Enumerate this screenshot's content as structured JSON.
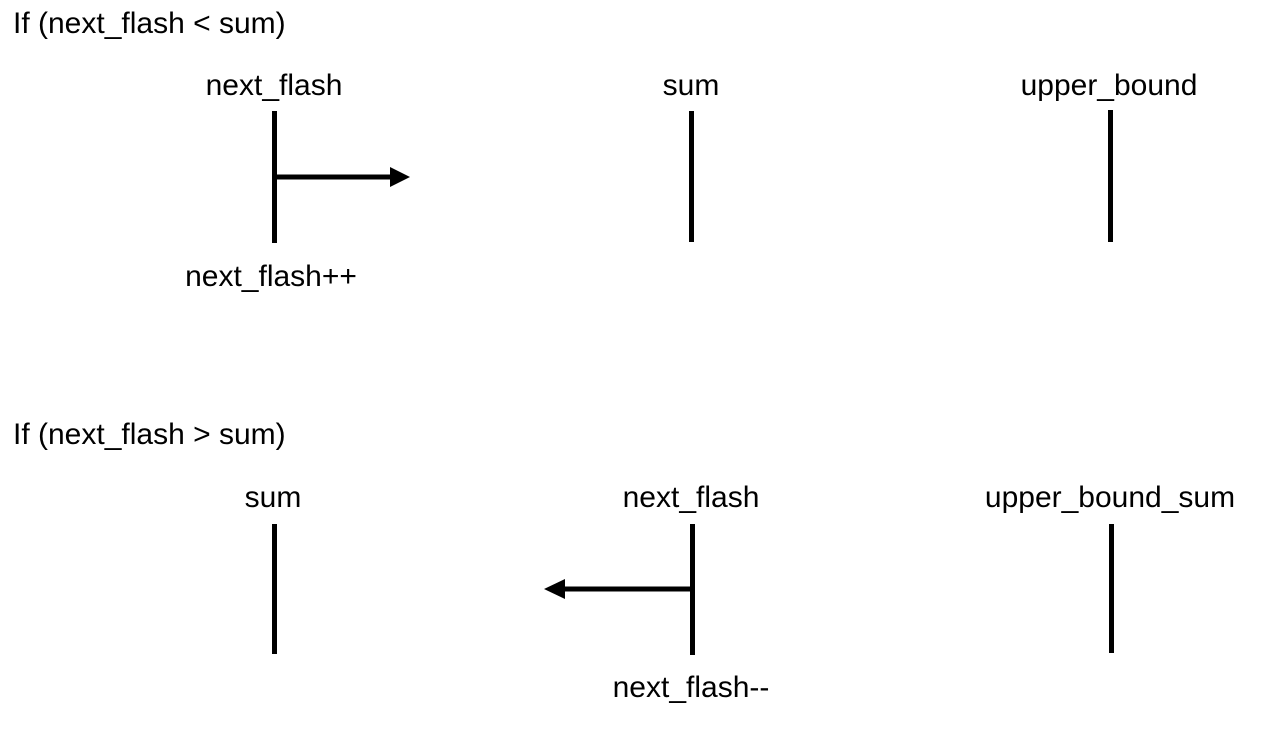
{
  "page": {
    "background": "#ffffff",
    "text_color": "#000000",
    "line_color": "#000000"
  },
  "diagram": {
    "sections": [
      {
        "condition": "If (next_flash < sum)",
        "lanes": [
          {
            "label": "next_flash",
            "action": "next_flash++",
            "arrow": "right"
          },
          {
            "label": "sum"
          },
          {
            "label": "upper_bound"
          }
        ]
      },
      {
        "condition": "If (next_flash > sum)",
        "lanes": [
          {
            "label": "sum"
          },
          {
            "label": "next_flash",
            "action": "next_flash--",
            "arrow": "left"
          },
          {
            "label": "upper_bound_sum"
          }
        ]
      }
    ]
  }
}
